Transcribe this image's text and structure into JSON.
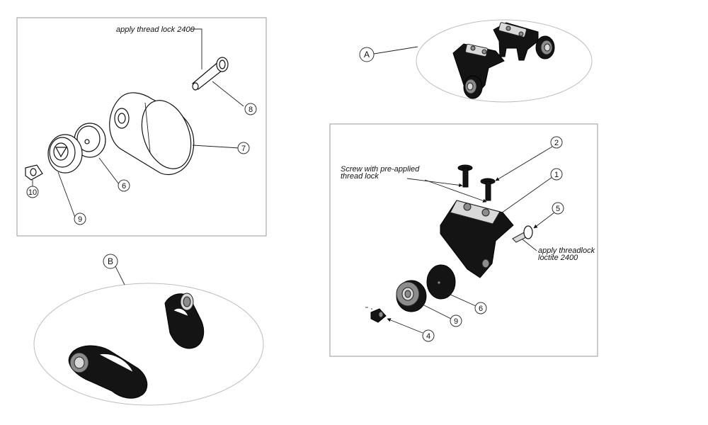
{
  "views": {
    "a_label": "A",
    "b_label": "B"
  },
  "notes": {
    "thread_lock_pin": "apply thread lock 2400",
    "screw_note_line1": "Screw with pre-applied",
    "screw_note_line2": "thread lock",
    "threadlock_line1": "apply threadlock",
    "threadlock_line2": "loctite 2400"
  },
  "balloons_left": {
    "b8": "8",
    "b7": "7",
    "b6": "6",
    "b9": "9",
    "b10": "10"
  },
  "balloons_right": {
    "b2": "2",
    "b1": "1",
    "b5": "5",
    "b6": "6",
    "b9": "9",
    "b4": "4"
  }
}
